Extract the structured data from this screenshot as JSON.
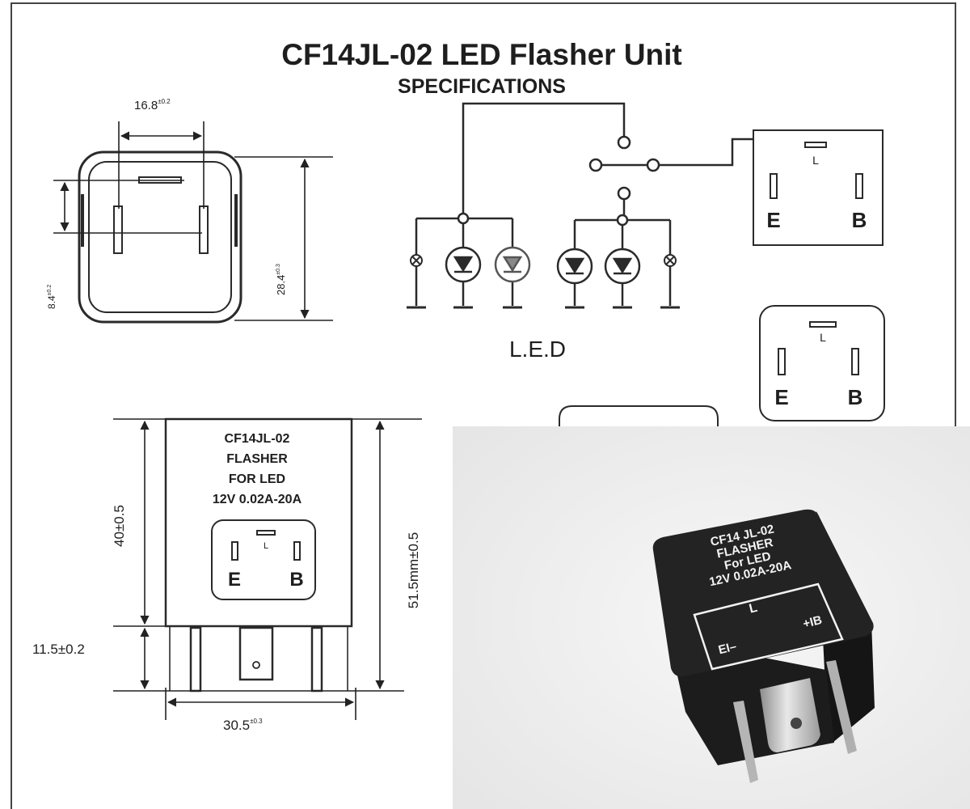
{
  "header": {
    "title": "CF14JL-02 LED Flasher Unit",
    "subtitle": "SPECIFICATIONS"
  },
  "top_view": {
    "width_dim": "16.8",
    "width_tol": "±0.2",
    "height_dim": "28.4",
    "height_tol": "±0.3",
    "offset_dim": "8.4",
    "offset_tol": "±0.2"
  },
  "circuit": {
    "label": "L.E.D"
  },
  "pinouts": {
    "top": {
      "l": "L",
      "e": "E",
      "b": "B"
    },
    "bottom": {
      "l": "L",
      "e": "E",
      "b": "B"
    }
  },
  "front_view": {
    "label_lines": [
      "CF14JL-02",
      "FLASHER",
      "FOR LED",
      "12V 0.02A-20A"
    ],
    "pin_l": "L",
    "pin_e": "E",
    "pin_b": "B",
    "body_height": "40±0.5",
    "total_height": "51.5mm±0.5",
    "pin_length": "11.5±0.2",
    "width_dim": "30.5",
    "width_tol": "±0.3"
  },
  "photo": {
    "label_lines": [
      "CF14 JL-02",
      "FLASHER",
      "For LED",
      "12V 0.02A-20A"
    ],
    "pin_l": "L",
    "pin_e": "EI–",
    "pin_b": "+IB"
  }
}
